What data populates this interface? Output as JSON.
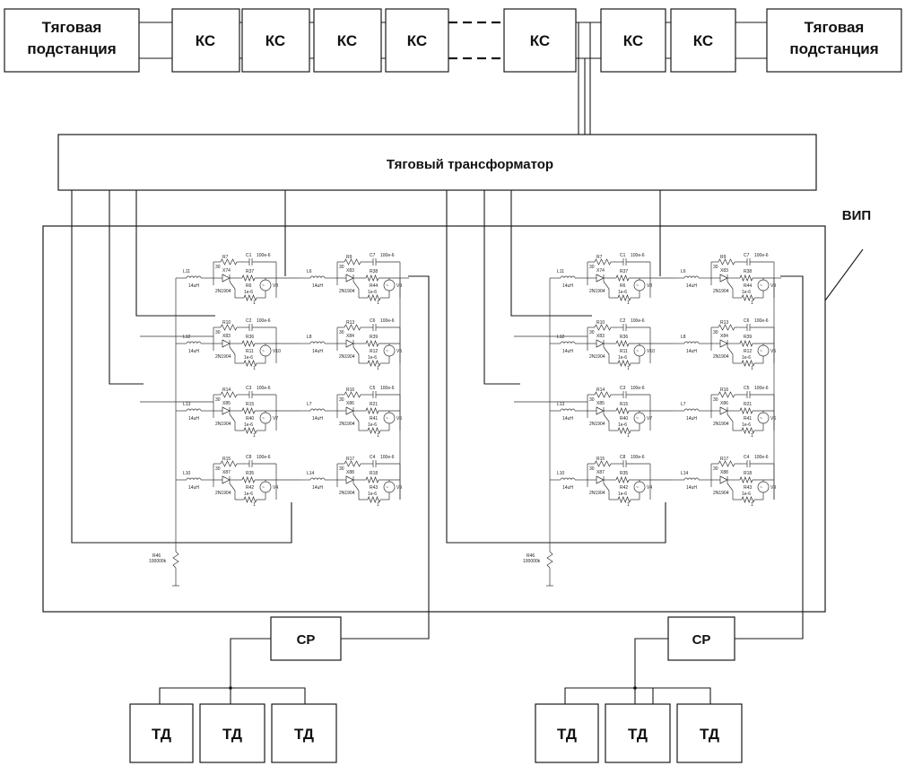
{
  "blocks": {
    "substation_left": [
      "Тяговая",
      "подстанция"
    ],
    "substation_right": [
      "Тяговая",
      "подстанция"
    ],
    "ks": [
      "КС",
      "КС",
      "КС",
      "КС",
      "КС",
      "КС",
      "КС"
    ],
    "transformer": "Тяговый трансформатор",
    "vip": "ВИП",
    "cp_left": "СР",
    "cp_right": "СР",
    "td_left": [
      "ТД",
      "ТД",
      "ТД"
    ],
    "td_right": [
      "ТД",
      "ТД",
      "ТД"
    ]
  },
  "circuit": {
    "rows": [
      {
        "a": {
          "ind": "L11",
          "r_top": "R7",
          "c_top": "C1",
          "c_val": "100e-6",
          "r_val": "30",
          "sw": "X74",
          "r_mid": "R37",
          "r_bot": "R6",
          "rb_val": "1e-6",
          "src": "2N1904",
          "v": "V8"
        },
        "b": {
          "ind": "L6",
          "r_top": "R9",
          "c_top": "C7",
          "c_val": "100e-6",
          "r_val": "30",
          "sw": "X83",
          "r_mid": "R38",
          "r_bot": "R44",
          "rb_val": "1e-6",
          "src": "2N1904",
          "v": "V9"
        }
      },
      {
        "a": {
          "ind": "L12",
          "r_top": "R10",
          "c_top": "C2",
          "c_val": "100e-6",
          "r_val": "30",
          "sw": "X83",
          "r_mid": "R36",
          "r_bot": "R11",
          "rb_val": "1e-6",
          "src": "2N1904",
          "v": "V10"
        },
        "b": {
          "ind": "L8",
          "r_top": "R13",
          "c_top": "C6",
          "c_val": "100e-6",
          "r_val": "30",
          "sw": "X84",
          "r_mid": "R39",
          "r_bot": "R12",
          "rb_val": "1e-6",
          "src": "2N1904",
          "v": "V5"
        }
      },
      {
        "a": {
          "ind": "L13",
          "r_top": "R14",
          "c_top": "C3",
          "c_val": "100e-6",
          "r_val": "30",
          "sw": "X85",
          "r_mid": "R15",
          "r_bot": "R40",
          "rb_val": "1e-6",
          "src": "2N1904",
          "v": "V7"
        },
        "b": {
          "ind": "L7",
          "r_top": "R16",
          "c_top": "C5",
          "c_val": "100e-6",
          "r_val": "30",
          "sw": "X86",
          "r_mid": "R21",
          "r_bot": "R41",
          "rb_val": "1e-6",
          "src": "2N1904",
          "v": "V6"
        }
      },
      {
        "a": {
          "ind": "L10",
          "r_top": "R15",
          "c_top": "C8",
          "c_val": "100e-6",
          "r_val": "30",
          "sw": "X87",
          "r_mid": "R35",
          "r_bot": "R42",
          "rb_val": "1e-6",
          "src": "2N1904",
          "v": "V4"
        },
        "b": {
          "ind": "L14",
          "r_top": "R17",
          "c_top": "C4",
          "c_val": "100e-6",
          "r_val": "30",
          "sw": "X88",
          "r_mid": "R18",
          "r_bot": "R43",
          "rb_val": "1e-6",
          "src": "2N1904",
          "v": "V9"
        }
      }
    ],
    "ind_val": "14uH",
    "ground_res": "R46",
    "ground_val": "100000k"
  }
}
